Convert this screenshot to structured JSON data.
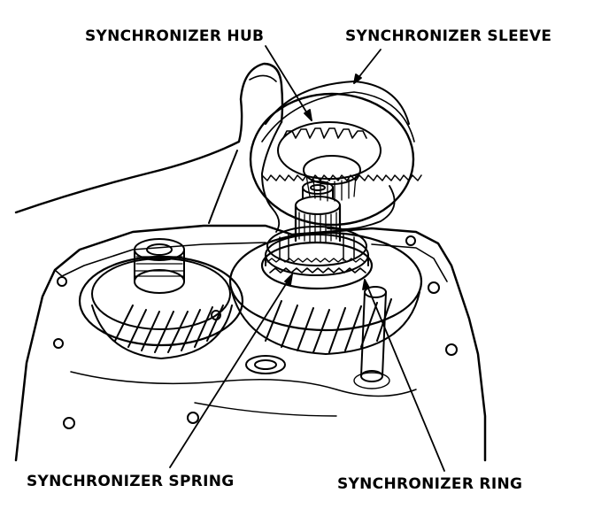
{
  "labels": {
    "hub": "SYNCHRONIZER HUB",
    "sleeve": "SYNCHRONIZER SLEEVE",
    "spring": "SYNCHRONIZER SPRING",
    "ring": "SYNCHRONIZER RING"
  },
  "colors": {
    "ink": "#000000",
    "paper": "#ffffff"
  }
}
